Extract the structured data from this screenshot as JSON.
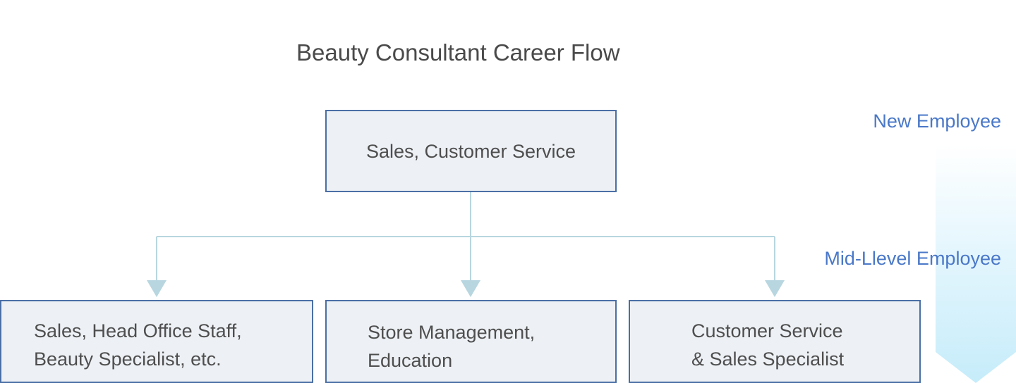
{
  "diagram": {
    "title": "Beauty Consultant Career Flow",
    "top_node": {
      "label": "Sales, Customer Service"
    },
    "children": [
      {
        "line1": "Sales, Head Office Staff,",
        "line2": "Beauty Specialist, etc."
      },
      {
        "line1": "Store Management,",
        "line2": "Education"
      },
      {
        "line1": "Customer Service",
        "line2": "& Sales Specialist"
      }
    ],
    "levels": {
      "new": "New Employee",
      "mid": "Mid-Llevel Employee"
    }
  },
  "colors": {
    "box_fill": "#edf1f5",
    "box_border": "#4a6fa5",
    "connector": "#b8d6e0",
    "level_text": "#4a78c8",
    "gradient_arrow": "#c6ecfa"
  }
}
